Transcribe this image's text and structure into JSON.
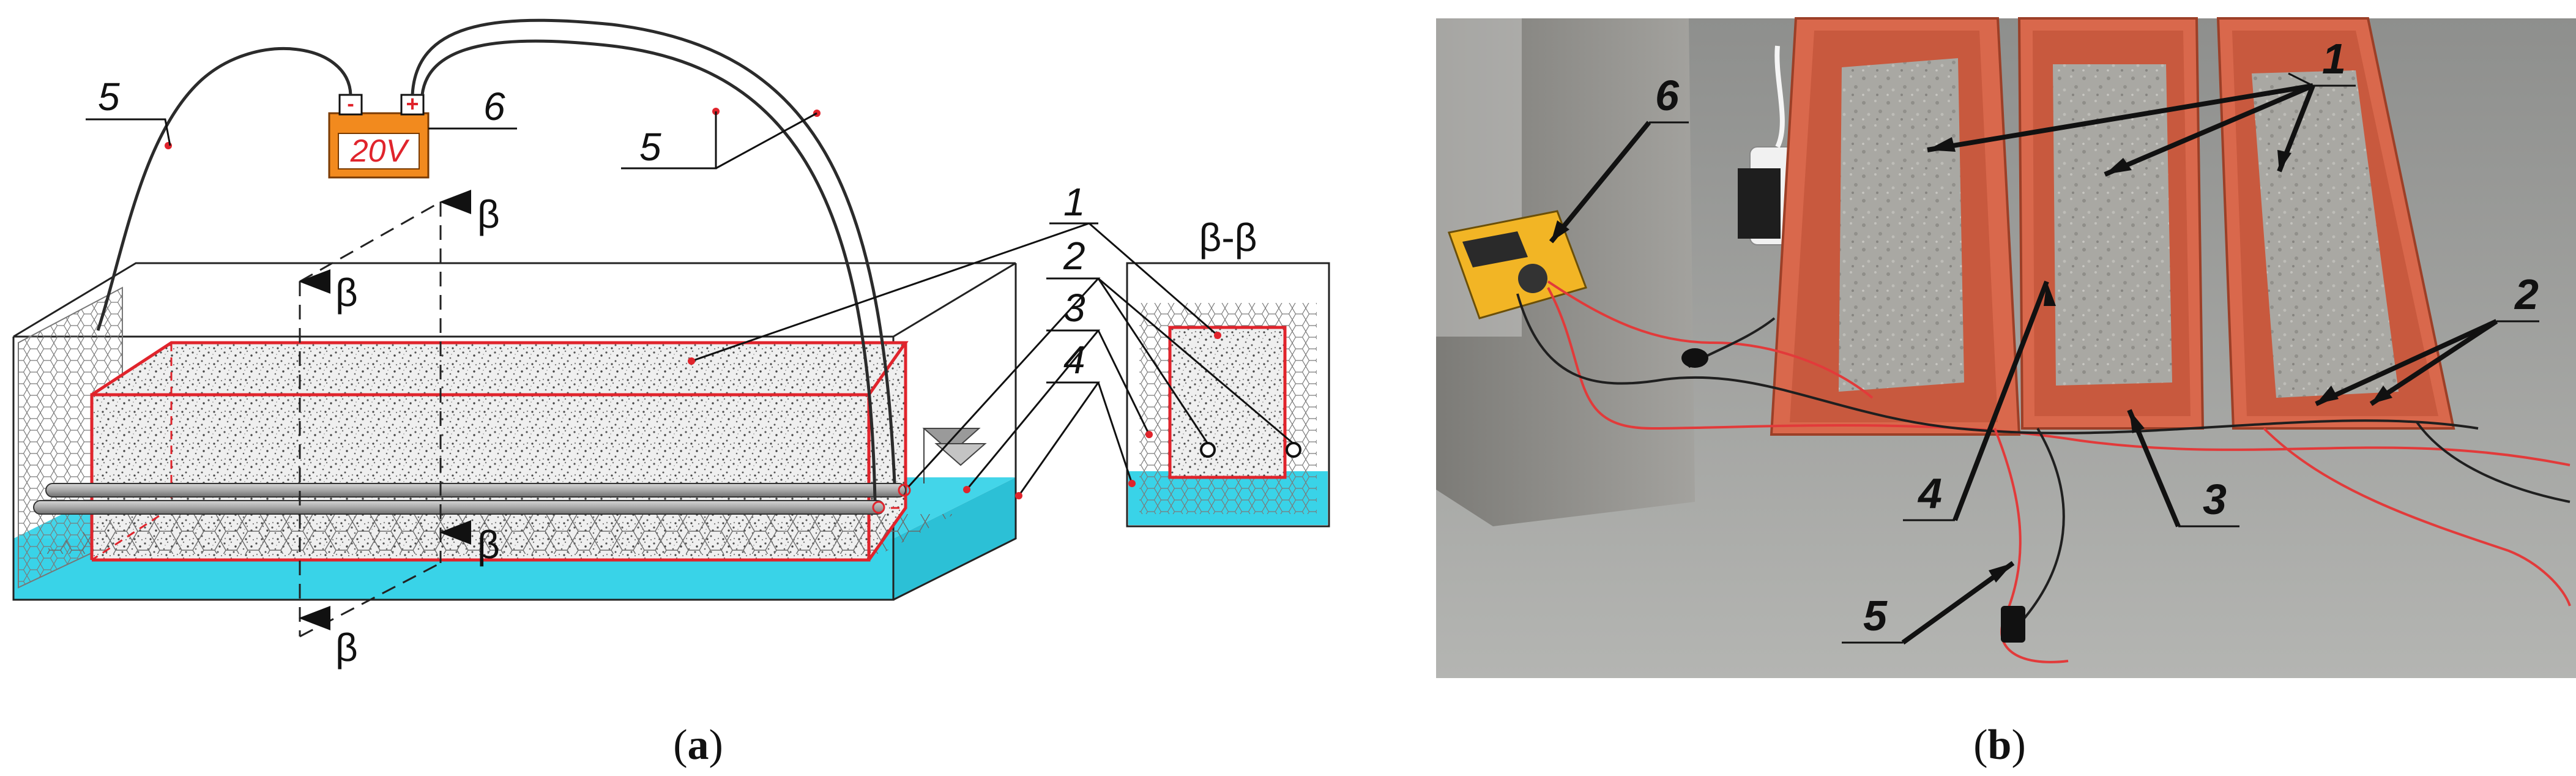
{
  "panel_a": {
    "battery_minus": "-",
    "battery_plus": "+",
    "battery_voltage": "20V",
    "section_marker": "β",
    "section_title": "β-β",
    "labels": [
      "1",
      "2",
      "3",
      "4",
      "5",
      "5",
      "6"
    ]
  },
  "panel_b": {
    "labels": [
      "1",
      "2",
      "3",
      "4",
      "5",
      "6"
    ]
  },
  "captions": {
    "a_open": "(",
    "a_letter": "a",
    "a_close": ")",
    "b_open": "(",
    "b_letter": "b",
    "b_close": ")"
  },
  "colors": {
    "water": "#39d3e8",
    "specimen_outline": "#e0242c",
    "battery_body": "#f28a1e",
    "wire": "#2b2b2b",
    "photo_floor": "#9c9e9c",
    "tray": "#d9684c"
  },
  "icons": {
    "section_arrow": "black-triangle",
    "photo": "laboratory-photo"
  }
}
